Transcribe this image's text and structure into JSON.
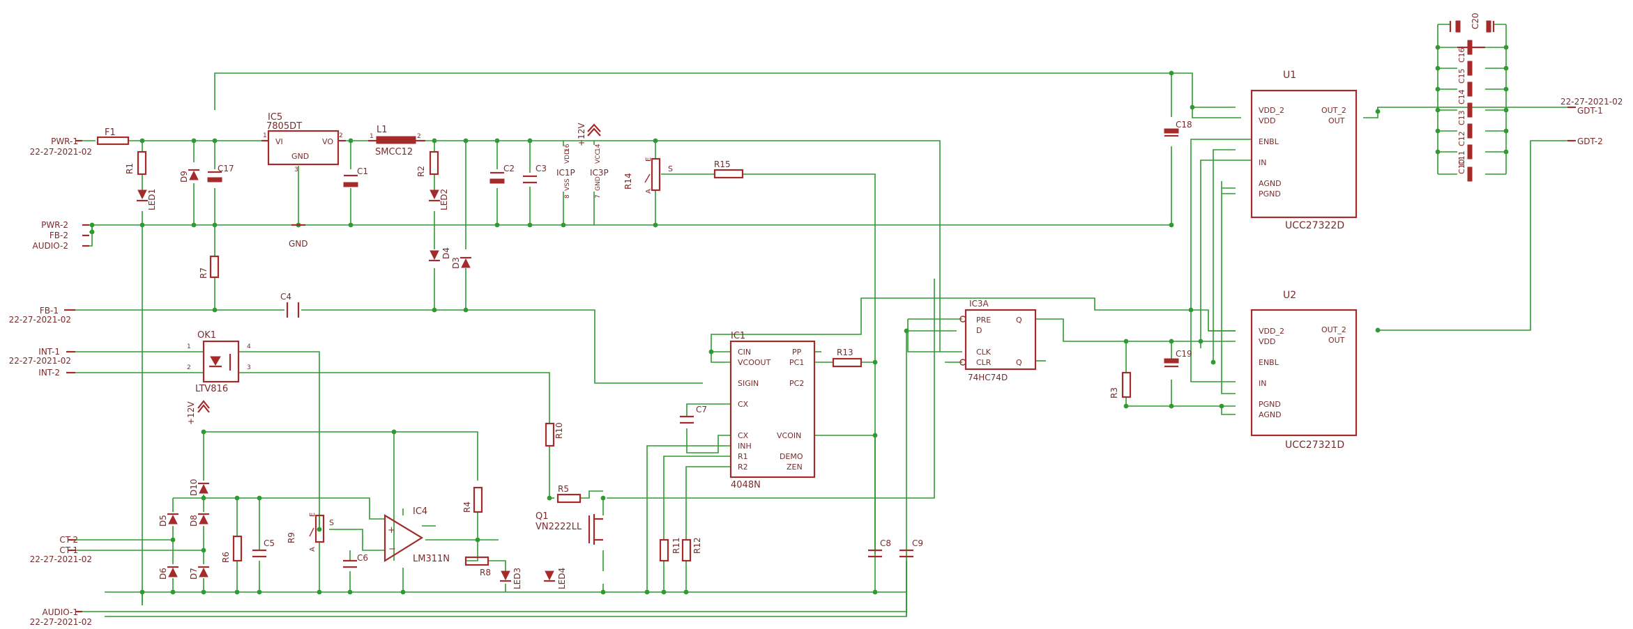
{
  "ports": {
    "pwr1": "PWR-1",
    "pwr1_date": "22-27-2021-02",
    "pwr2": "PWR-2",
    "fb2": "FB-2",
    "audio2": "AUDIO-2",
    "fb1": "FB-1",
    "fb1_date": "22-27-2021-02",
    "int1": "INT-1",
    "int_date": "22-27-2021-02",
    "int2": "INT-2",
    "ct2": "CT-2",
    "ct1": "CT-1",
    "ct_date": "22-27-2021-02",
    "audio1": "AUDIO-1",
    "audio1_date": "22-27-2021-02",
    "gdt1": "GDT-1",
    "gdt1_date": "22-27-2021-02",
    "gdt2": "GDT-2"
  },
  "parts": {
    "F1": "F1",
    "R1": "R1",
    "LED1": "LED1",
    "D9": "D9",
    "C17": "C17",
    "IC5": "IC5",
    "IC5_val": "7805DT",
    "IC5_vi": "VI",
    "IC5_vo": "VO",
    "IC5_gnd": "GND",
    "pin1": "1",
    "pin2": "2",
    "pin3": "3",
    "C1": "C1",
    "L1": "L1",
    "L1_val": "SMCC12",
    "R2": "R2",
    "LED2": "LED2",
    "C2": "C2",
    "C3": "C3",
    "vdd": "VDD",
    "vss": "VSS",
    "vcc": "VCC",
    "gnd2": "GND",
    "p16": "16",
    "p8": "8",
    "p14": "14",
    "p7": "7",
    "IC1P": "IC1P",
    "IC3P": "IC3P",
    "plus12": "+12V",
    "R14": "R14",
    "pot_s": "S",
    "pot_a": "A",
    "pot_e": "E",
    "R15": "R15",
    "R7": "R7",
    "D4": "D4",
    "D3": "D3",
    "C4": "C4",
    "gnd_label": "GND",
    "C18": "C18",
    "C19": "C19",
    "R3": "R3",
    "OK1": "OK1",
    "OK1_val": "LTV816",
    "ok_p1": "1",
    "ok_p2": "2",
    "ok_p3": "3",
    "ok_p4": "4",
    "R10": "R10",
    "R5": "R5",
    "Q1": "Q1",
    "Q1_val": "VN2222LL",
    "LED4": "LED4",
    "R4": "R4",
    "R6": "R6",
    "LED3": "LED3",
    "IC4": "IC4",
    "IC4_val": "LM311N",
    "R9": "R9",
    "C6": "C6",
    "R8": "R8",
    "C5": "C5",
    "D10": "D10",
    "D5": "D5",
    "D8": "D8",
    "D6": "D6",
    "D7": "D7",
    "C7": "C7",
    "C8": "C8",
    "C9": "C9",
    "R11": "R11",
    "R12": "R12",
    "R13": "R13",
    "IC1": "IC1",
    "IC1_val": "4048N",
    "IC1_cin": "CIN",
    "IC1_vcoout": "VCOOUT",
    "IC1_signin": "SIGIN",
    "IC1_cx1": "CX",
    "IC1_cx2": "CX",
    "IC1_inh": "INH",
    "IC1_r1": "R1",
    "IC1_r2": "R2",
    "IC1_pp": "PP",
    "IC1_pc1": "PC1",
    "IC1_pc2": "PC2",
    "IC1_vcoin": "VCOIN",
    "IC1_demo": "DEMO",
    "IC1_zen": "ZEN",
    "IC3A": "IC3A",
    "IC3A_val": "74HC74D",
    "ic3_pre": "PRE",
    "ic3_d": "D",
    "ic3_clk": "CLK",
    "ic3_clr": "CLR",
    "ic3_q": "Q",
    "ic3_qn": "Q",
    "U1": "U1",
    "U1_val": "UCC27322D",
    "U2": "U2",
    "U2_val": "UCC27321D",
    "u_vdd2": "VDD_2",
    "u_vdd": "VDD",
    "u_enbl": "ENBL",
    "u_in": "IN",
    "u_agnd": "AGND",
    "u_pgnd": "PGND",
    "u_out2": "OUT_2",
    "u_out": "OUT",
    "C10": "C10",
    "C11": "C11",
    "C12": "C12",
    "C13": "C13",
    "C14": "C14",
    "C15": "C15",
    "C16": "C16",
    "C20": "C20"
  }
}
